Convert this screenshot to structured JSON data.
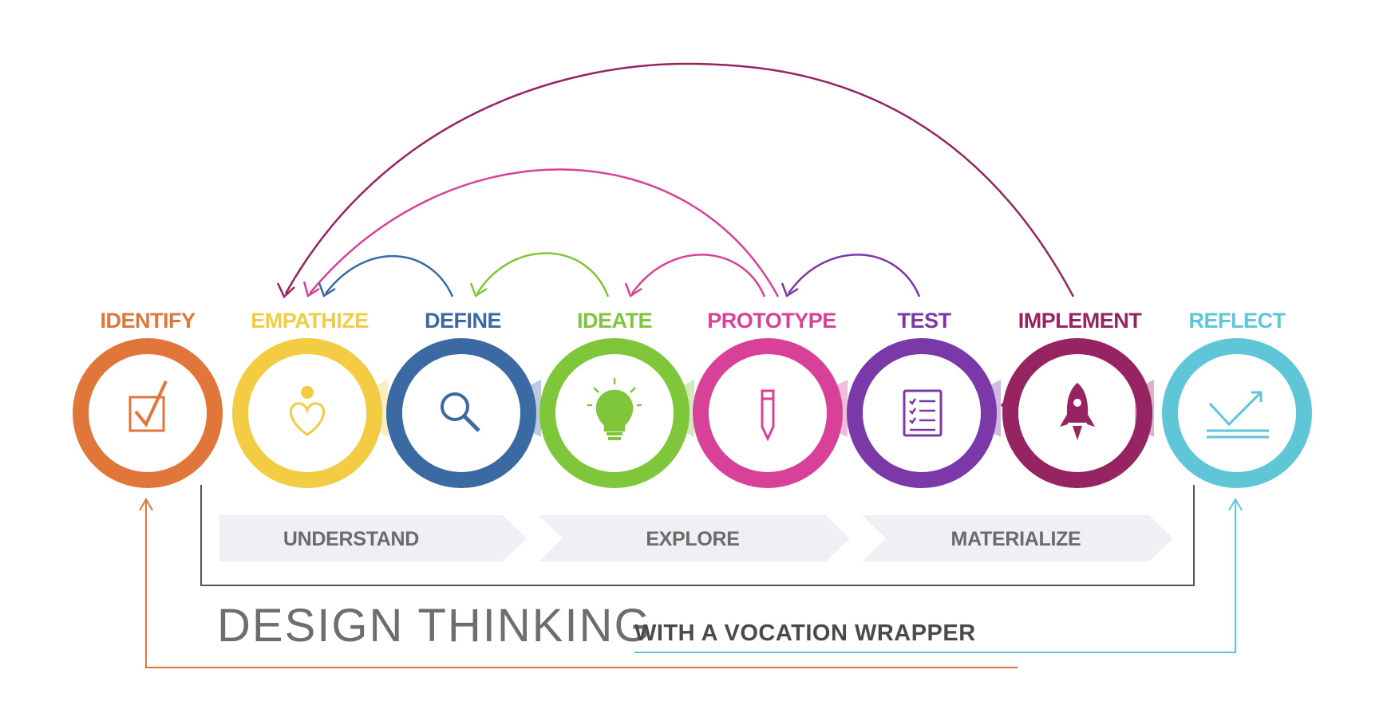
{
  "stages": [
    {
      "label": "IDENTIFY",
      "color": "#e0763a",
      "icon": "checkbox-icon"
    },
    {
      "label": "EMPATHIZE",
      "color": "#f3cc43",
      "icon": "person-heart-icon"
    },
    {
      "label": "DEFINE",
      "color": "#3b6aa3",
      "icon": "magnifier-icon"
    },
    {
      "label": "IDEATE",
      "color": "#7fc63a",
      "icon": "lightbulb-icon"
    },
    {
      "label": "PROTOTYPE",
      "color": "#d84198",
      "icon": "pencil-icon"
    },
    {
      "label": "TEST",
      "color": "#7b38a8",
      "icon": "checklist-icon"
    },
    {
      "label": "IMPLEMENT",
      "color": "#962462",
      "icon": "rocket-icon"
    },
    {
      "label": "REFLECT",
      "color": "#5ec6d7",
      "icon": "check-trend-icon"
    }
  ],
  "bands": [
    "UNDERSTAND",
    "EXPLORE",
    "MATERIALIZE"
  ],
  "title": {
    "main": "DESIGN THINKING",
    "sub": "WITH A VOCATION WRAPPER"
  },
  "colors": {
    "band_fill": "#eef0f4",
    "bracket": "#555555",
    "title_underline": "#5ec6d7"
  }
}
